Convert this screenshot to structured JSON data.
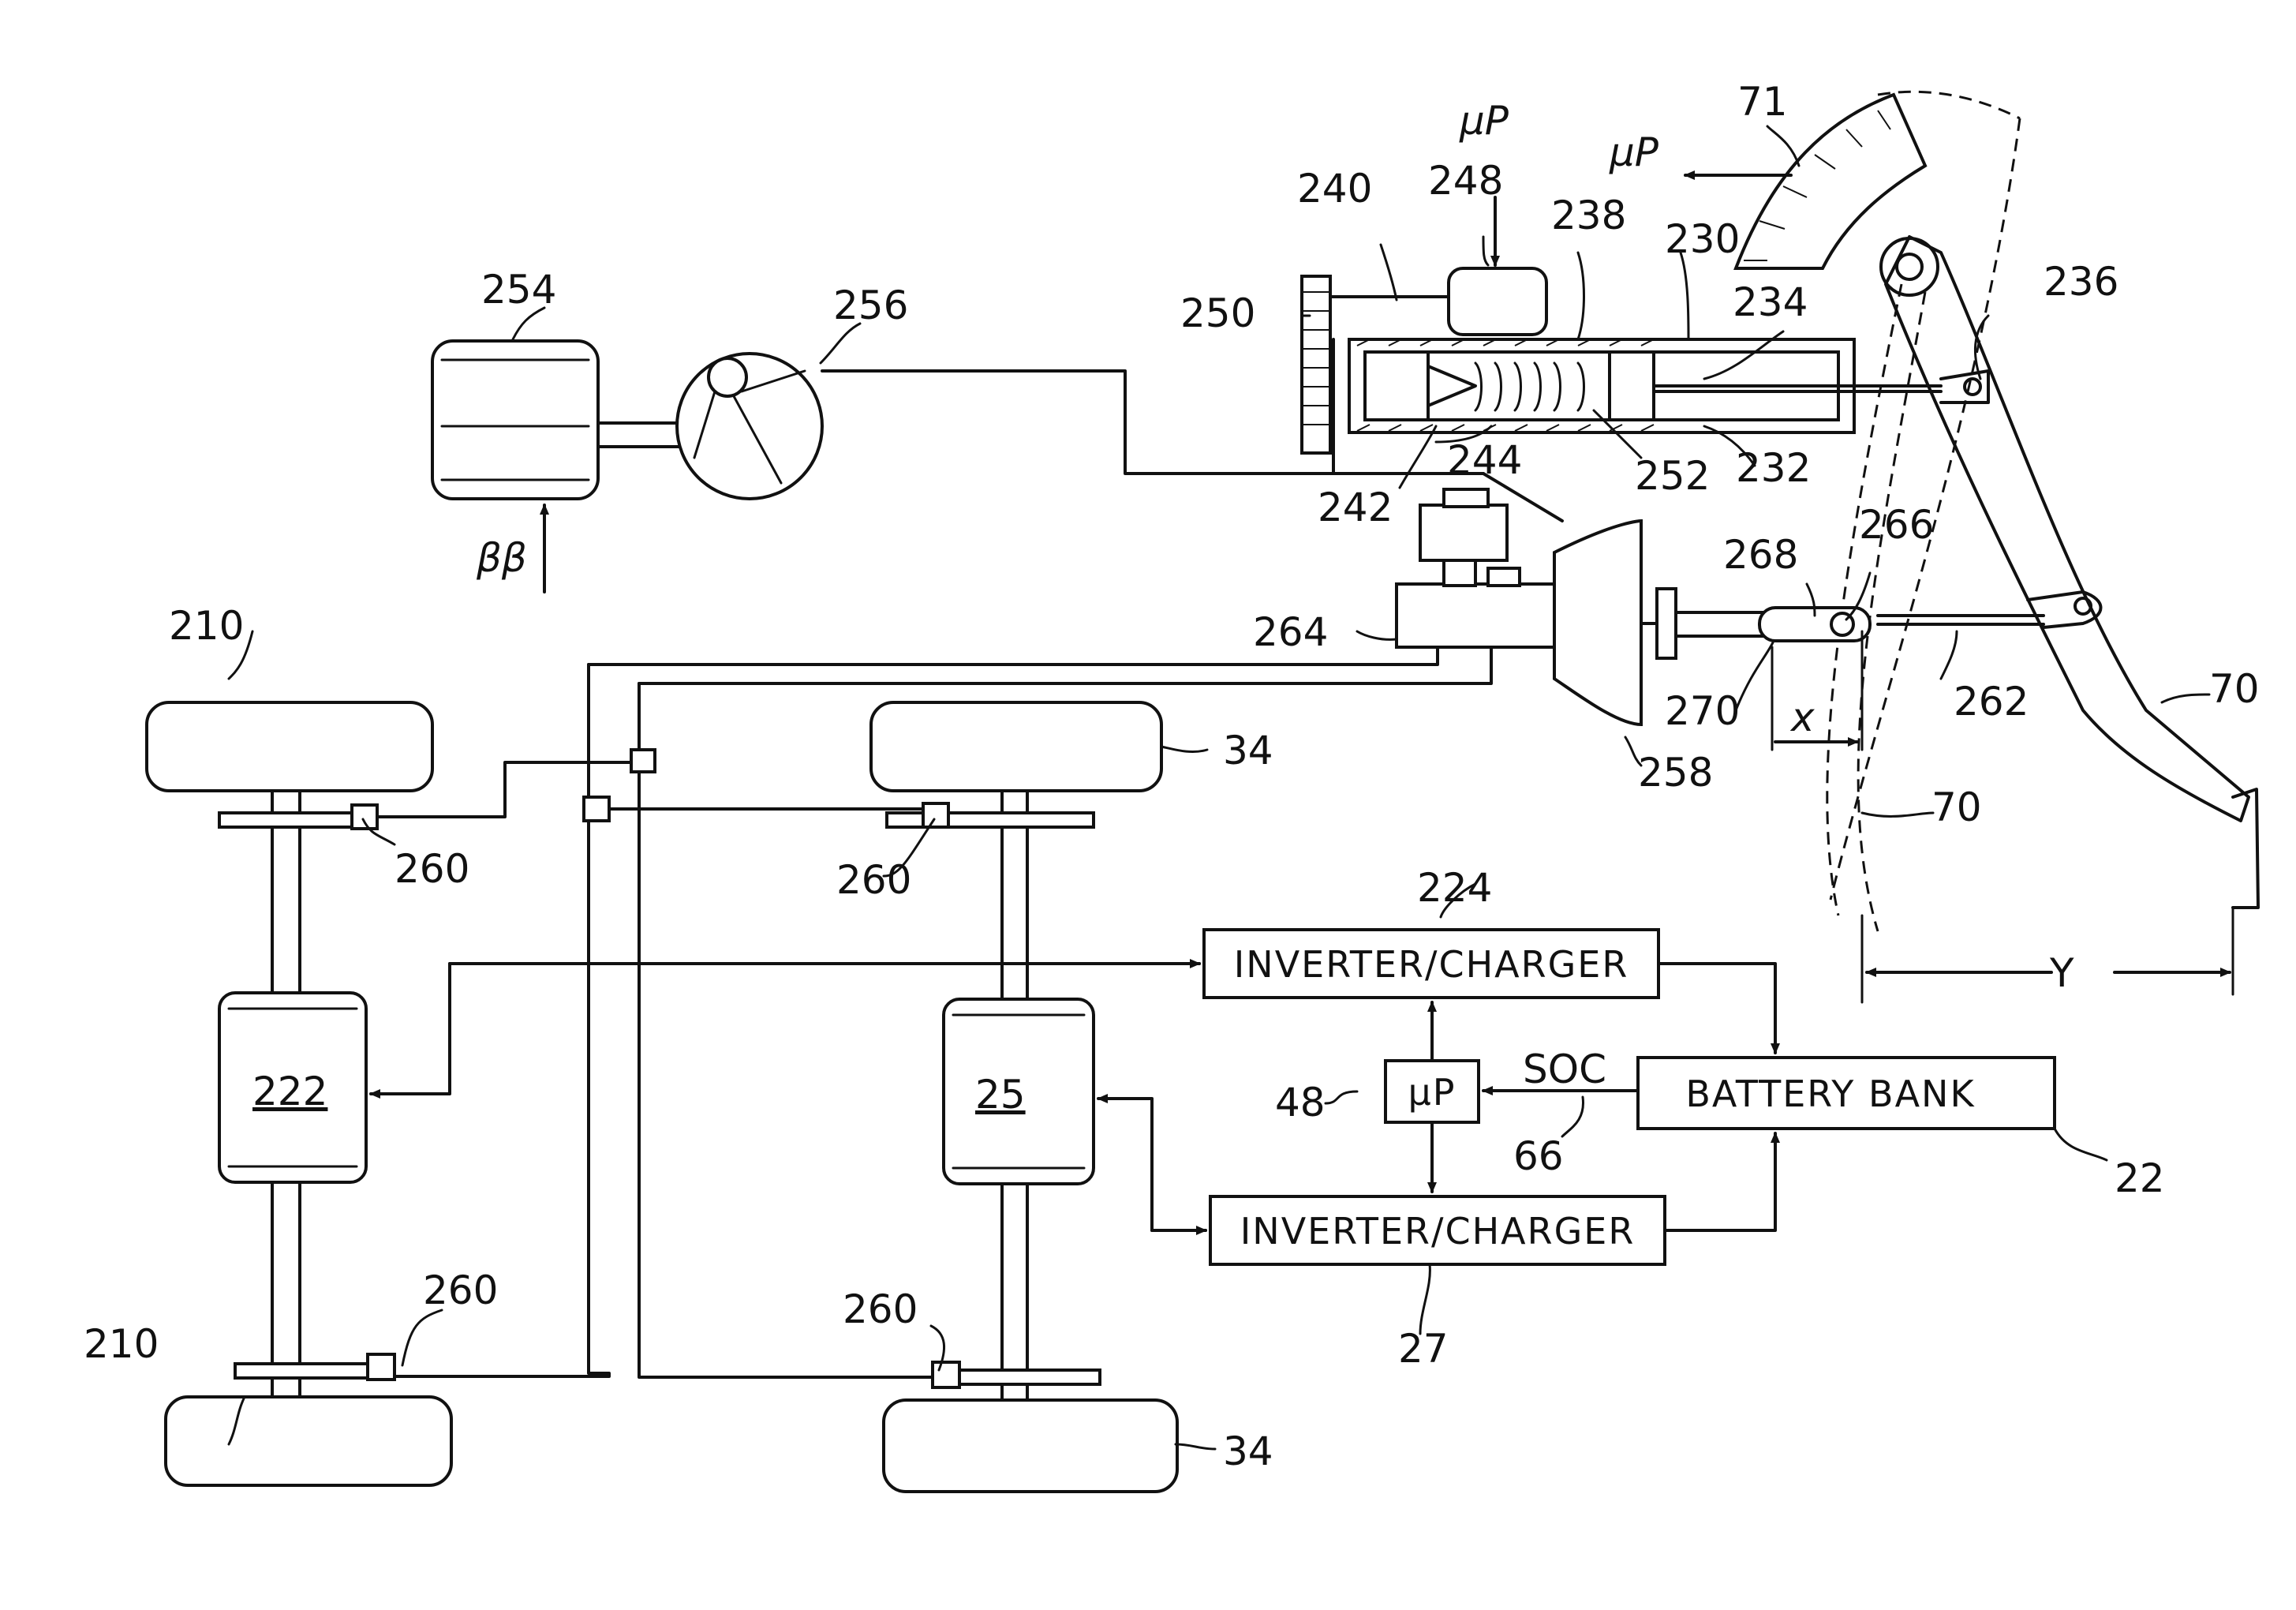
{
  "labels": {
    "ref_210_top": "210",
    "ref_210_bottom": "210",
    "ref_222": "222",
    "ref_260_a": "260",
    "ref_260_b": "260",
    "ref_260_c": "260",
    "ref_260_d": "260",
    "ref_34_top": "34",
    "ref_34_bottom": "34",
    "ref_25": "25",
    "ref_224": "224",
    "ref_27": "27",
    "ref_48": "48",
    "ref_66": "66",
    "ref_22": "22",
    "ref_254": "254",
    "ref_256": "256",
    "ref_bb": "ββ",
    "ref_240": "240",
    "ref_248": "248",
    "ref_238": "238",
    "ref_230": "230",
    "ref_234": "234",
    "ref_250": "250",
    "ref_242": "242",
    "ref_244": "244",
    "ref_252": "252",
    "ref_232": "232",
    "ref_236": "236",
    "ref_71": "71",
    "ref_up_top": "μP",
    "ref_up_sensor": "μP",
    "ref_264": "264",
    "ref_268": "268",
    "ref_266": "266",
    "ref_270": "270",
    "ref_262": "262",
    "ref_258": "258",
    "ref_70_solid": "70",
    "ref_70_dashed": "70",
    "ref_x": "x",
    "ref_y": "Y"
  },
  "blocks": {
    "inverter_charger_top": "INVERTER/CHARGER",
    "inverter_charger_bottom": "INVERTER/CHARGER",
    "battery_bank": "BATTERY BANK",
    "microprocessor": "μP",
    "soc": "SOC"
  }
}
